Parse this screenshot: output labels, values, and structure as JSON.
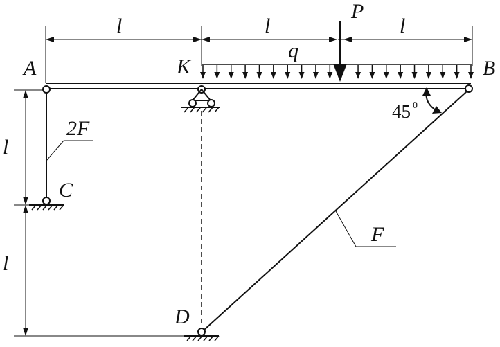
{
  "labels": {
    "A": "A",
    "B": "B",
    "C": "C",
    "D": "D",
    "K": "K",
    "P": "P",
    "q": "q",
    "F": "F",
    "two_F": "2F",
    "angle": "45",
    "degree": "0",
    "span_left": "l",
    "span_middle": "l",
    "span_right": "l",
    "vertical_upper": "l",
    "vertical_lower": "l"
  },
  "colors": {
    "ink": "#111111",
    "background": "#ffffff"
  }
}
